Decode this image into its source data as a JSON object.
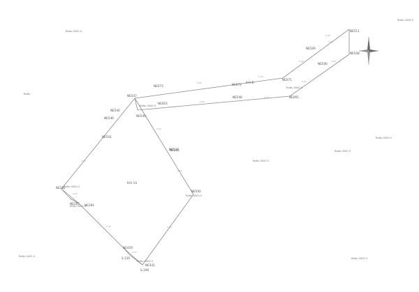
{
  "points": [
    {
      "id": "p_ne511",
      "label": "NE511"
    },
    {
      "id": "p_ne508",
      "label": "NE508"
    },
    {
      "id": "p_ne509",
      "label": "NE509"
    },
    {
      "id": "p_ne506",
      "label": "NE506"
    },
    {
      "id": "p_ne071",
      "label": "NE071"
    },
    {
      "id": "p_ne065",
      "label": "NE065"
    },
    {
      "id": "p_ne072",
      "label": "NE072"
    },
    {
      "id": "p_ne073",
      "label": "NE073"
    },
    {
      "id": "p_ne547",
      "label": "NE547"
    },
    {
      "id": "p_ne403",
      "label": "NE403"
    },
    {
      "id": "p_ne548",
      "label": "NE548"
    },
    {
      "id": "p_ne549",
      "label": "NE549"
    },
    {
      "id": "p_ne540",
      "label": "NE540"
    },
    {
      "id": "p_ne546",
      "label": "NE546"
    },
    {
      "id": "p_ne541",
      "label": "NE541"
    },
    {
      "id": "p_ne537",
      "label": "NE537"
    },
    {
      "id": "p_ne282",
      "label": "NE282"
    },
    {
      "id": "p_ne285",
      "label": "NE285"
    },
    {
      "id": "p_ne284",
      "label": "NE284"
    },
    {
      "id": "p_ne459",
      "label": "NE459"
    },
    {
      "id": "p_s136",
      "label": "S.136"
    },
    {
      "id": "p_ne341",
      "label": "NE341"
    },
    {
      "id": "p_s198",
      "label": "S.198"
    },
    {
      "id": "p_ne344",
      "label": "NE344"
    },
    {
      "id": "p_ne500",
      "label": "NE500"
    }
  ],
  "parcel_labels": [
    {
      "id": "kai16",
      "label": "KAI-16"
    },
    {
      "id": "kaib",
      "label": "KAI-B"
    }
  ],
  "reference_labels": [
    "RoNo 0000 0",
    "RoNo 0000 0",
    "RoNo",
    "RoNo 0000 0",
    "RoNo 0000 0",
    "RoNo 0000 0",
    "RoNo 0000 0",
    "RoNo 0000 0",
    "RoNo 0000 0",
    "RoNo 0000 0",
    "RoNo 0000 0",
    "RoNo 0000 0",
    "RoNo 0000 0",
    "RoNo 0000 0"
  ],
  "segment_labels": [
    "0.00",
    "0.00",
    "0.00",
    "0.00",
    "0.00",
    "0.00",
    "0.00",
    "0.00",
    "0.00",
    "0.00",
    "0.00",
    "0.00",
    "0.00",
    "0.00",
    "0.00",
    "0.00"
  ],
  "colors": {
    "line": "#8a8a8a",
    "text": "#555555",
    "background": "#ffffff"
  },
  "icons": {
    "north_arrow": "compass-rose-icon"
  }
}
